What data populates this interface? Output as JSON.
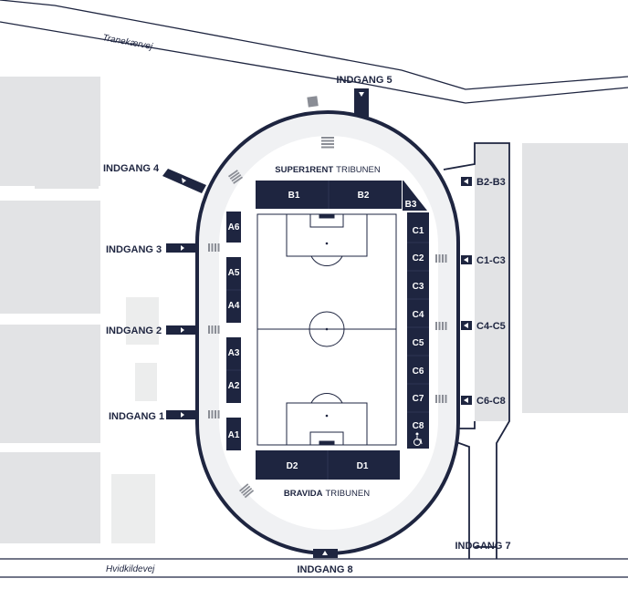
{
  "roads": {
    "north": "Tranekærvej",
    "south": "Hvidkildevej"
  },
  "stands": {
    "north_brand": "SUPER1RENT",
    "north_suffix": "TRIBUNEN",
    "south_brand": "BRAVIDA",
    "south_suffix": "TRIBUNEN"
  },
  "entrances": {
    "e1": "INDGANG 1",
    "e2": "INDGANG 2",
    "e3": "INDGANG 3",
    "e4": "INDGANG 4",
    "e5": "INDGANG 5",
    "e7": "INDGANG 7",
    "e8": "INDGANG 8"
  },
  "east_gates": {
    "g1": "B2-B3",
    "g2": "C1-C3",
    "g3": "C4-C5",
    "g4": "C6-C8"
  },
  "sections": {
    "b1": "B1",
    "b2": "B2",
    "b3": "B3",
    "a1": "A1",
    "a2": "A2",
    "a3": "A3",
    "a4": "A4",
    "a5": "A5",
    "a6": "A6",
    "c1": "C1",
    "c2": "C2",
    "c3": "C3",
    "c4": "C4",
    "c5": "C5",
    "c6": "C6",
    "c7": "C7",
    "c8": "C8",
    "d1": "D1",
    "d2": "D2"
  },
  "colors": {
    "navy": "#1e2540",
    "track": "#f0f1f3",
    "building": "#e2e3e5",
    "building_light": "#eceded",
    "stair": "#8a8d95"
  },
  "icons": {
    "accessibility": "wheelchair-icon",
    "stairs": "stairs-icon",
    "entry_arrow": "triangle-arrow-icon"
  }
}
